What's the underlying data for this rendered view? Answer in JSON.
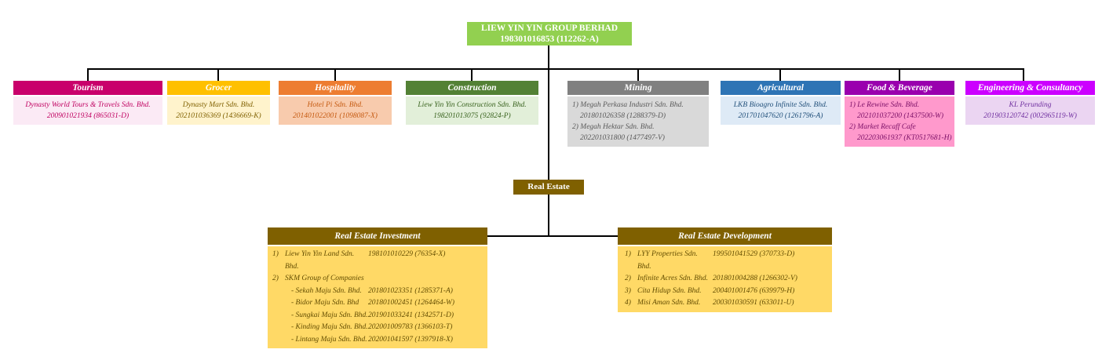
{
  "root": {
    "title": "LIEW YIN YIN GROUP BERHAD",
    "reg": "198301016853 (112262-A)",
    "color": "#92D050",
    "text_color": "#FFFFFF"
  },
  "line_color": "#000000",
  "divisions": [
    {
      "id": "tourism",
      "label": "Tourism",
      "header_color": "#C9006B",
      "body_color": "#FBEAF5",
      "text_color": "#C00060",
      "align": "center",
      "lines": [
        {
          "t": "Dynasty World Tours & Travels Sdn. Bhd.",
          "i": 0
        },
        {
          "t": "200901021934 (865031-D)",
          "i": 0
        }
      ]
    },
    {
      "id": "grocer",
      "label": "Grocer",
      "header_color": "#FFC000",
      "body_color": "#FFF3CC",
      "text_color": "#7F6000",
      "align": "center",
      "lines": [
        {
          "t": "Dynasty Mart Sdn. Bhd.",
          "i": 0
        },
        {
          "t": "202101036369 (1436669-K)",
          "i": 0
        }
      ]
    },
    {
      "id": "hospitality",
      "label": "Hospitality",
      "header_color": "#ED7D31",
      "body_color": "#F8CBAD",
      "text_color": "#C55A11",
      "align": "center",
      "lines": [
        {
          "t": "Hotel Pi Sdn. Bhd.",
          "i": 0
        },
        {
          "t": "201401022001 (1098087-X)",
          "i": 0
        }
      ]
    },
    {
      "id": "construction",
      "label": "Construction",
      "header_color": "#538135",
      "body_color": "#E2EFD9",
      "text_color": "#38621D",
      "align": "center",
      "lines": [
        {
          "t": "Liew Yin Yin Construction Sdn. Bhd.",
          "i": 0
        },
        {
          "t": "198201013075 (92824-P)",
          "i": 0
        }
      ]
    },
    {
      "id": "mining",
      "label": "Mining",
      "header_color": "#808080",
      "body_color": "#D9D9D9",
      "text_color": "#595959",
      "align": "left",
      "lines": [
        {
          "t": "1) Megah Perkasa Industri Sdn. Bhd.",
          "i": 0
        },
        {
          "t": "201801026358 (1288379-D)",
          "i": 1
        },
        {
          "t": "2) Megah Hektar Sdn. Bhd.",
          "i": 0
        },
        {
          "t": "202201031800 (1477497-V)",
          "i": 1
        }
      ]
    },
    {
      "id": "agricultural",
      "label": "Agricultural",
      "header_color": "#2E74B5",
      "body_color": "#DEEAF6",
      "text_color": "#1F4E79",
      "align": "center",
      "lines": [
        {
          "t": "LKB Bioagro Infinite Sdn. Bhd.",
          "i": 0
        },
        {
          "t": "201701047620 (1261796-A)",
          "i": 0
        }
      ]
    },
    {
      "id": "food-beverage",
      "label": "Food & Beverage",
      "header_color": "#9A00AE",
      "body_color": "#FF99CC",
      "text_color": "#7A0F66",
      "align": "left",
      "lines": [
        {
          "t": "1) Le Rewine Sdn. Bhd.",
          "i": 0
        },
        {
          "t": "202101037200 (1437500-W)",
          "i": 1
        },
        {
          "t": "2) Market Recaff Cafe",
          "i": 0
        },
        {
          "t": "202203061937 (KT0517681-H)",
          "i": 1
        }
      ]
    },
    {
      "id": "engineering-consultancy",
      "label": "Engineering & Consultancy",
      "header_color": "#CC00FF",
      "body_color": "#EBD5F2",
      "text_color": "#7030A0",
      "align": "center",
      "lines": [
        {
          "t": "KL Perunding",
          "i": 0
        },
        {
          "t": "201903120742 (002965119-W)",
          "i": 0
        }
      ]
    }
  ],
  "real_estate": {
    "label": "Real Estate",
    "header_color": "#7F6000",
    "body_color": "#FFD966",
    "text_color": "#634D00",
    "children": [
      {
        "id": "investment",
        "title": "Real Estate Investment",
        "rows": [
          {
            "num": "1)",
            "name": "Liew Yin Yin Land Sdn. Bhd.",
            "reg": "198101010229 (76354-X)",
            "indent": false
          },
          {
            "num": "2)",
            "name": "SKM Group of Companies",
            "reg": "",
            "indent": false
          },
          {
            "num": "",
            "name": "- Sekah Maju Sdn. Bhd.",
            "reg": "201801023351 (1285371-A)",
            "indent": true
          },
          {
            "num": "",
            "name": "- Bidor Maju Sdn. Bhd",
            "reg": "201801002451 (1264464-W)",
            "indent": true
          },
          {
            "num": "",
            "name": "- Sungkai Maju Sdn. Bhd.",
            "reg": "201901033241 (1342571-D)",
            "indent": true
          },
          {
            "num": "",
            "name": "- Kinding Maju Sdn. Bhd.",
            "reg": "202001009783 (1366103-T)",
            "indent": true
          },
          {
            "num": "",
            "name": "- Lintang Maju Sdn. Bhd.",
            "reg": "202001041597 (1397918-X)",
            "indent": true
          }
        ]
      },
      {
        "id": "development",
        "title": "Real Estate Development",
        "rows": [
          {
            "num": "1)",
            "name": "LYY Properties Sdn. Bhd.",
            "reg": "199501041529 (370733-D)",
            "indent": false
          },
          {
            "num": "2)",
            "name": "Infinite Acres Sdn. Bhd.",
            "reg": "201801004288 (1266302-V)",
            "indent": false
          },
          {
            "num": "3)",
            "name": "Cita Hidup Sdn. Bhd.",
            "reg": "200401001476 (639979-H)",
            "indent": false
          },
          {
            "num": "4)",
            "name": "Misi Aman Sdn. Bhd.",
            "reg": "200301030591 (633011-U)",
            "indent": false
          }
        ]
      }
    ]
  }
}
